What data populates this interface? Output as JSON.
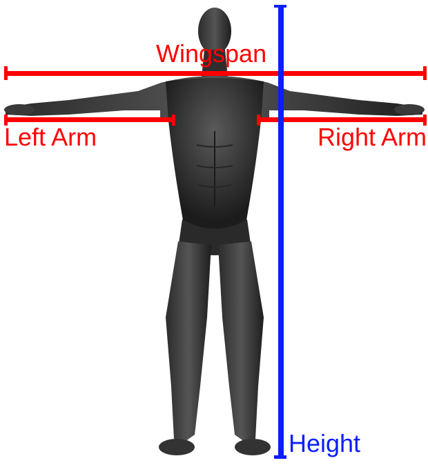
{
  "labels": {
    "wingspan": "Wingspan",
    "left_arm": "Left Arm",
    "right_arm": "Right Arm",
    "height": "Height"
  },
  "colors": {
    "measure_red": "#ff0000",
    "measure_blue": "#0a1eff",
    "body_dark": "#1a1a1a",
    "body_mid": "#3a3a3a",
    "body_light": "#6a6a6a"
  },
  "icons": {
    "figure": "human-body-icon"
  }
}
